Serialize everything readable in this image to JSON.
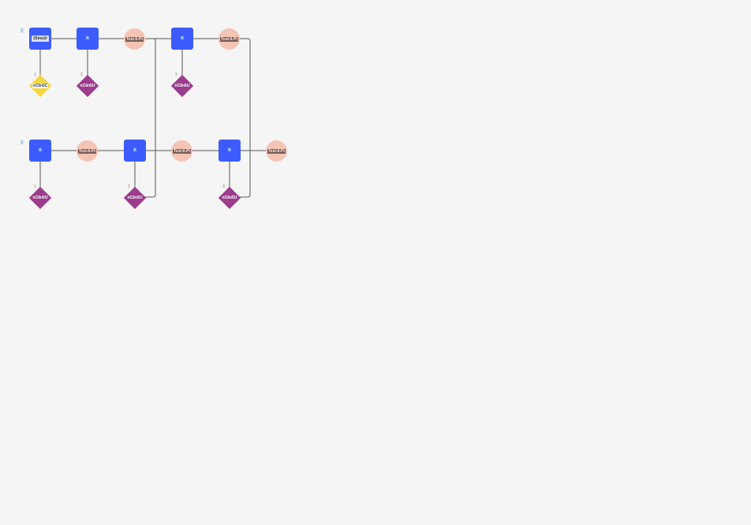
{
  "strands": [
    {
      "prime_label": "5'",
      "sugars": [
        {
          "label": "25mo2r",
          "modified": true
        },
        {
          "label": "R"
        },
        {
          "label": "R"
        }
      ],
      "phosphates": [
        "Test-6-Pt",
        "Test-6-Pt"
      ],
      "bases": [
        {
          "label": "nC6n5C",
          "pos": "1",
          "color": "#f5d742"
        },
        {
          "label": "nC6n5U",
          "pos": "2",
          "color": "#9b3c8c"
        },
        {
          "label": "nC6n5U",
          "pos": "3",
          "color": "#9b3c8c"
        }
      ]
    },
    {
      "prime_label": "5'",
      "sugars": [
        {
          "label": "R"
        },
        {
          "label": "R"
        },
        {
          "label": "R"
        }
      ],
      "phosphates": [
        "Test-6-Pt",
        "Test-6-Pt",
        "Test-6-Pt"
      ],
      "bases": [
        {
          "label": "nC6n5U",
          "pos": "1",
          "color": "#9b3c8c"
        },
        {
          "label": "nC6n5U",
          "pos": "2",
          "color": "#9b3c8c"
        },
        {
          "label": "nC6n5U",
          "pos": "3",
          "color": "#9b3c8c"
        }
      ]
    }
  ],
  "colors": {
    "sugar": "#3c5cff",
    "phosphate": "#f4c4b5",
    "line": "#555555",
    "background": "#f5f5f5"
  }
}
